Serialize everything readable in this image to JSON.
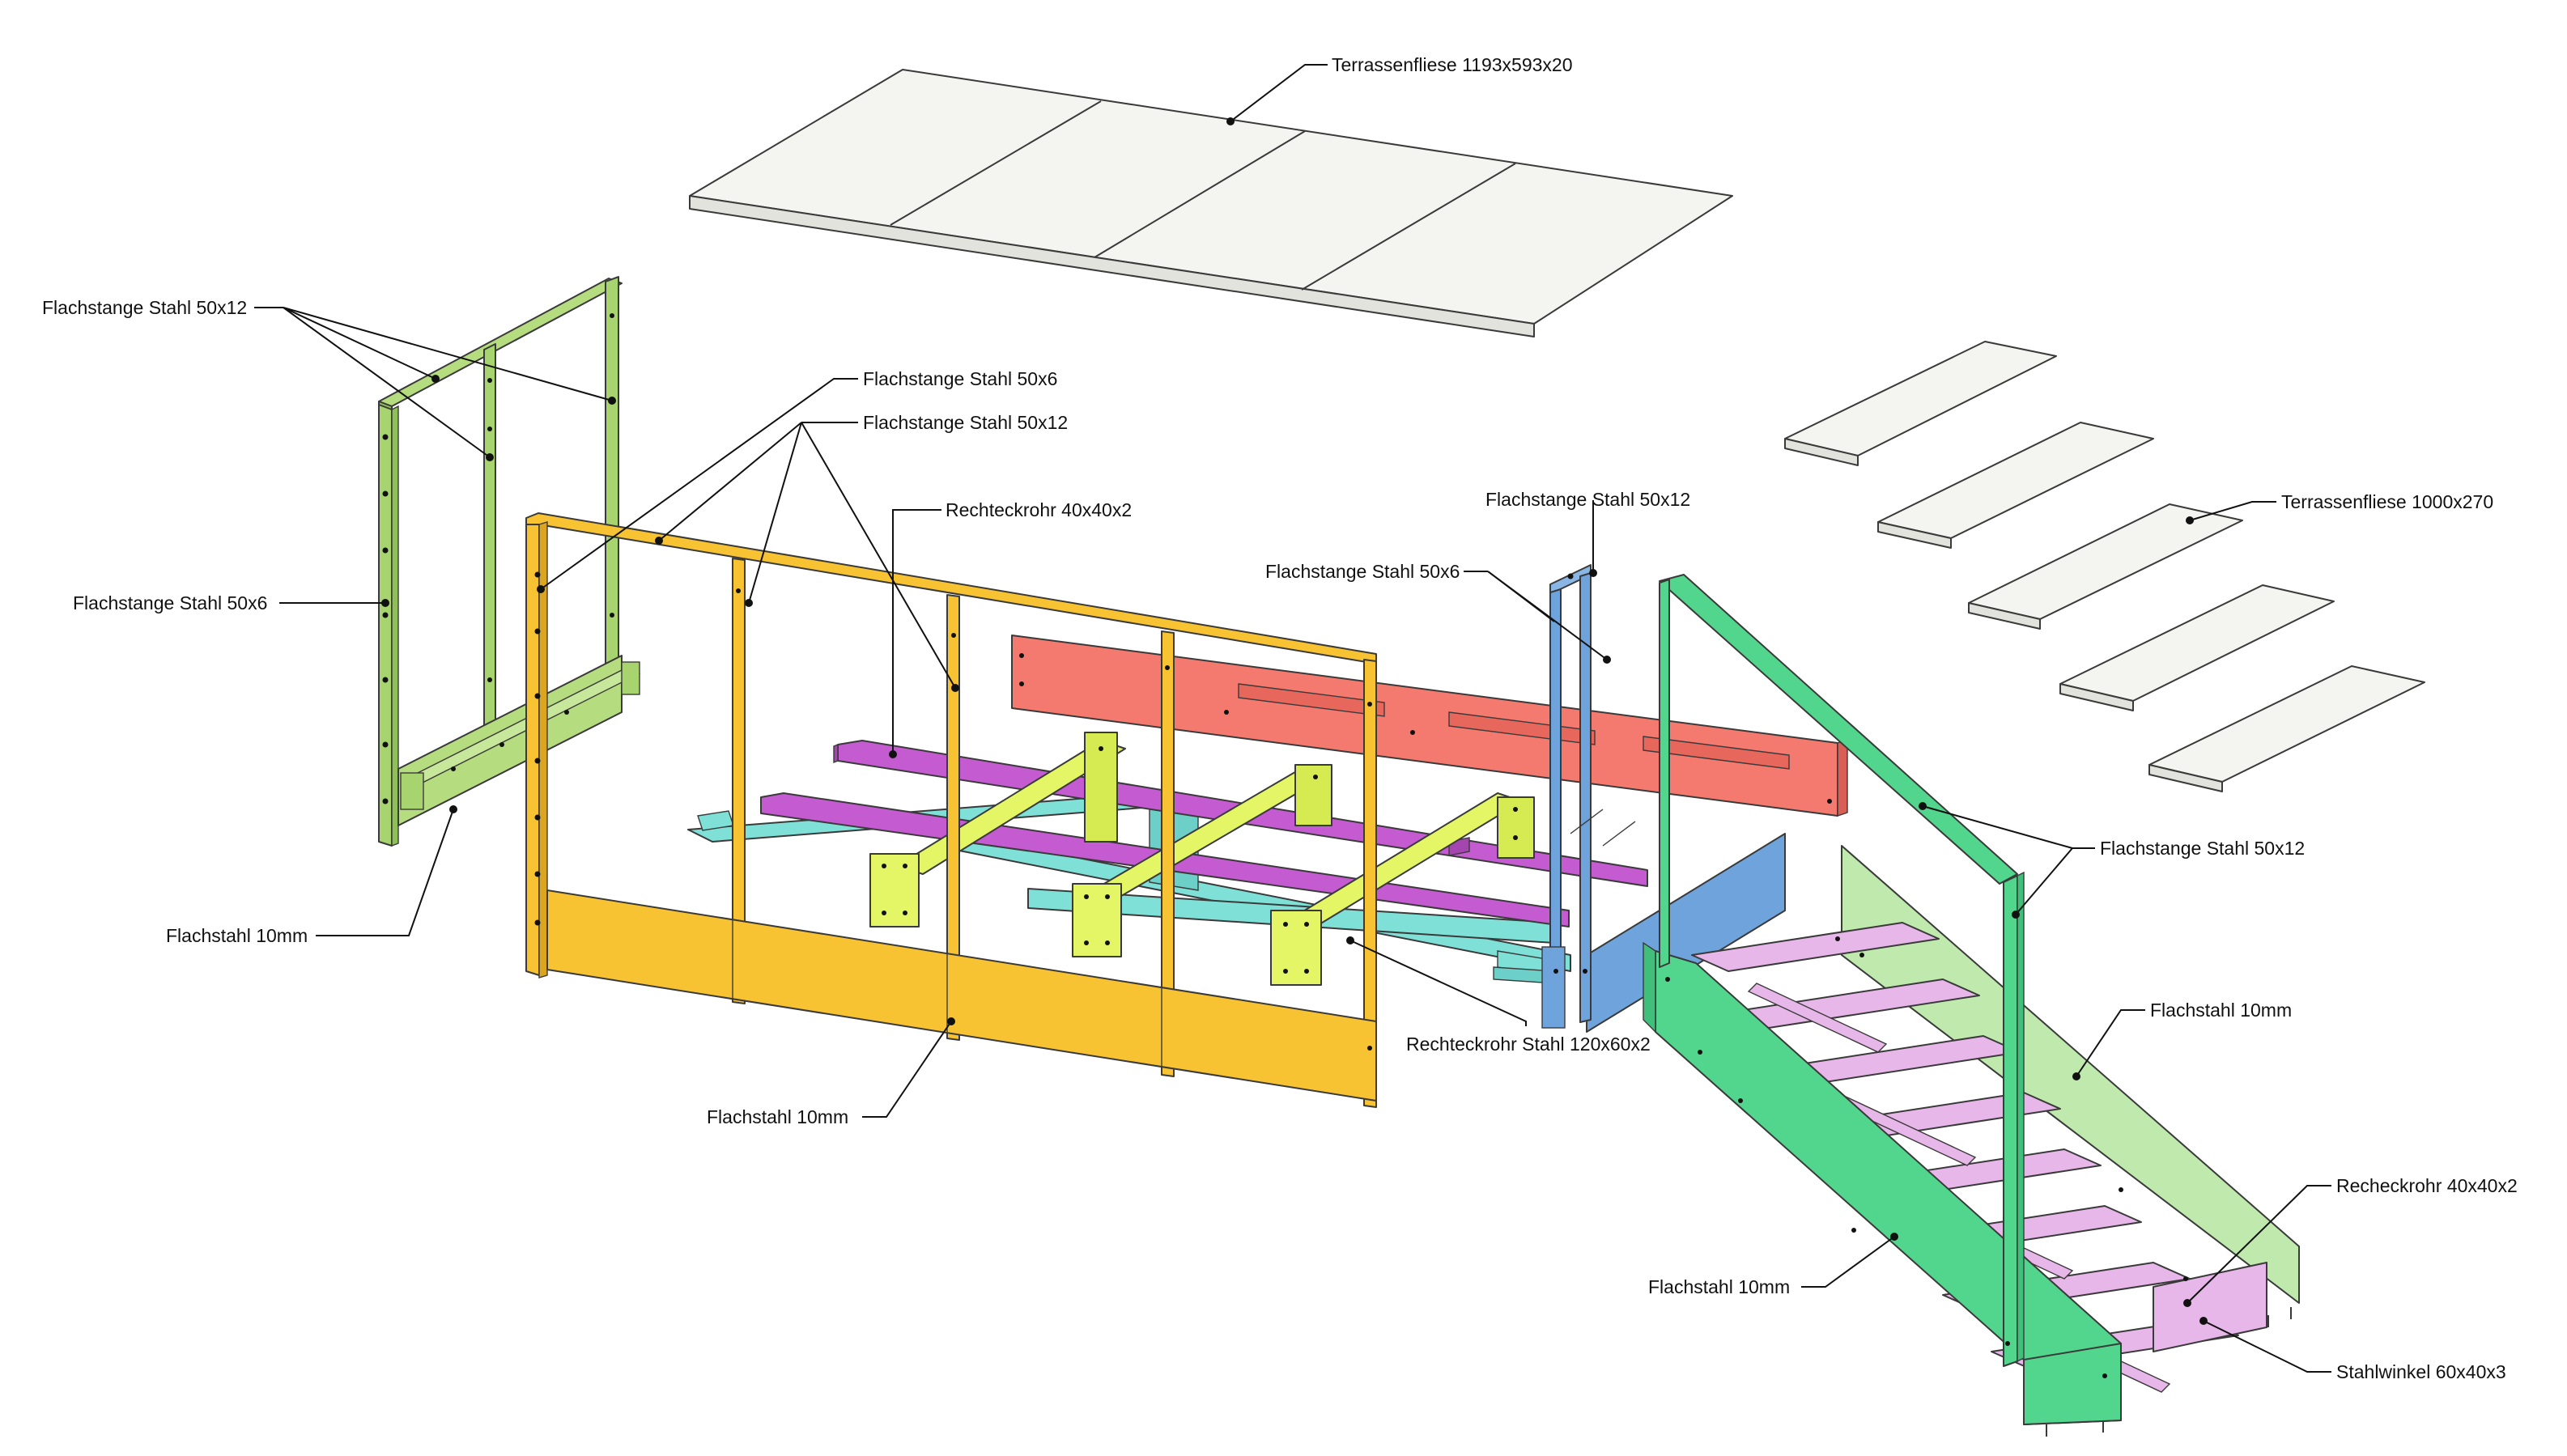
{
  "labels": {
    "terrassenfliese_large": "Terrassenfliese  1193x593x20",
    "terrassenfliese_small": "Terrassenfliese  1000x270",
    "flachstange_50x12_a": "Flachstange Stahl  50x12",
    "flachstange_50x6_a": "Flachstange Stahl  50x6",
    "flachstange_50x6_b": "Flachstange Stahl  50x6",
    "flachstange_50x12_b": "Flachstange Stahl  50x12",
    "rechteckrohr_40x40x2": "Rechteckrohr  40x40x2",
    "flachstange_50x12_c": "Flachstange Stahl  50x12",
    "flachstange_50x6_c": "Flachstange Stahl  50x6",
    "flachstahl_10mm_a": "Flachstahl  10mm",
    "flachstahl_10mm_b": "Flachstahl  10mm",
    "rechteckrohr_stahl_120x60x2": "Rechteckrohr Stahl  120x60x2",
    "flachstange_50x12_d": "Flachstange Stahl  50x12",
    "flachstahl_10mm_c": "Flachstahl  10mm",
    "recheckrohr_40x40x2": "Recheckrohr  40x40x2",
    "flachstahl_10mm_d": "Flachstahl  10mm",
    "stahlwinkel_60x40x3": "Stahlwinkel  60x40x3"
  },
  "colors": {
    "tile": "#f4f5f0",
    "green_frame": "#a8d46f",
    "yellow_frame": "#f7c333",
    "purple_tube": "#c45bd0",
    "lime_beam": "#e4f566",
    "cyan_beam": "#7fe0d8",
    "red_plate": "#f47a70",
    "blue_post": "#6ea3dc",
    "stair_green": "#52d68e",
    "stair_light": "#bfe9ad",
    "stair_step": "#e8b7ea"
  }
}
